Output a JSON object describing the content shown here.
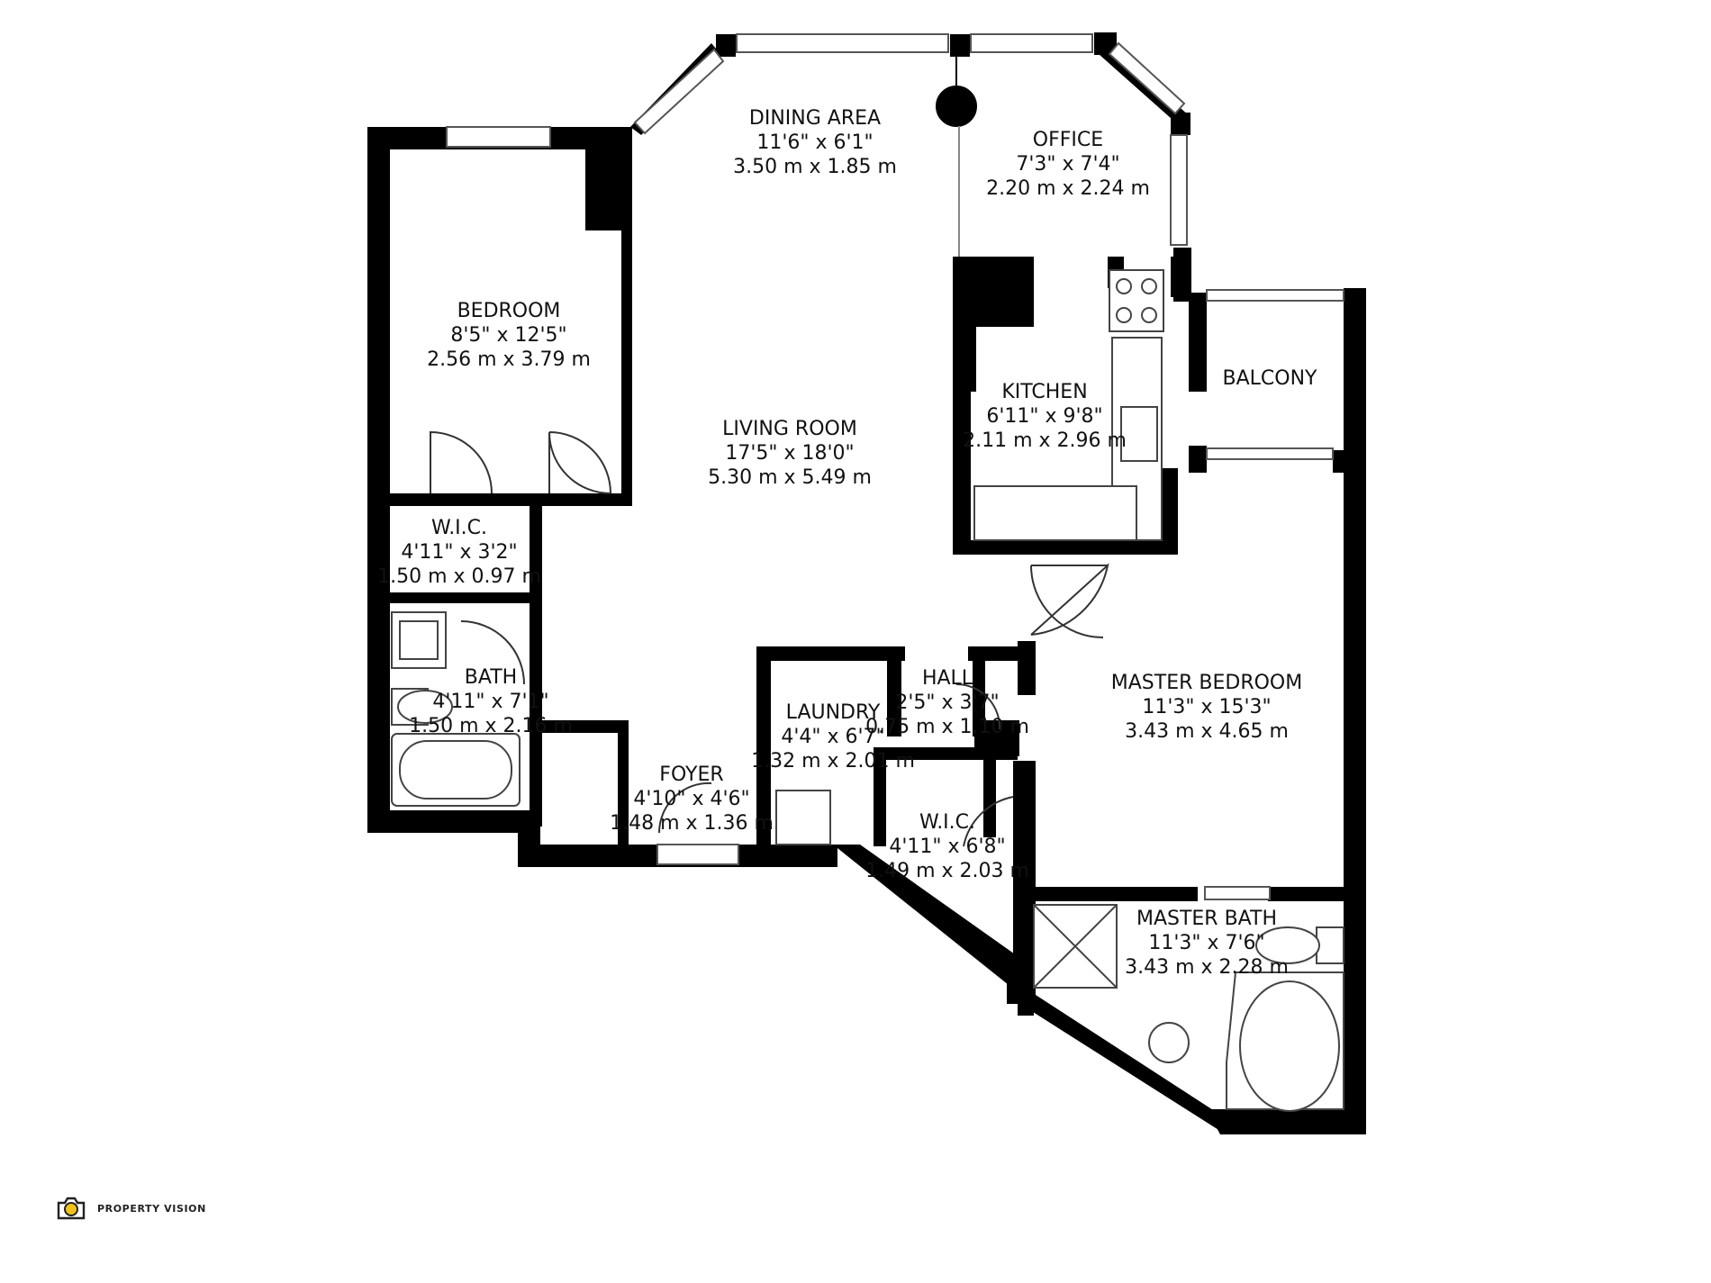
{
  "rooms": [
    {
      "id": "dining",
      "name": "DINING AREA",
      "imperial": "11'6\" x 6'1\"",
      "metric": "3.50 m x 1.85 m"
    },
    {
      "id": "office",
      "name": "OFFICE",
      "imperial": "7'3\" x 7'4\"",
      "metric": "2.20 m x 2.24 m"
    },
    {
      "id": "bedroom",
      "name": "BEDROOM",
      "imperial": "8'5\" x 12'5\"",
      "metric": "2.56 m x 3.79 m"
    },
    {
      "id": "living",
      "name": "LIVING ROOM",
      "imperial": "17'5\" x 18'0\"",
      "metric": "5.30 m x 5.49 m"
    },
    {
      "id": "kitchen",
      "name": "KITCHEN",
      "imperial": "6'11\" x 9'8\"",
      "metric": "2.11 m x 2.96 m"
    },
    {
      "id": "balcony",
      "name": "BALCONY",
      "imperial": "",
      "metric": ""
    },
    {
      "id": "wic1",
      "name": "W.I.C.",
      "imperial": "4'11\" x 3'2\"",
      "metric": "1.50 m x 0.97 m"
    },
    {
      "id": "bath",
      "name": "BATH",
      "imperial": "4'11\" x 7'1\"",
      "metric": "1.50 m x 2.16 m"
    },
    {
      "id": "laundry",
      "name": "LAUNDRY",
      "imperial": "4'4\" x 6'7\"",
      "metric": "1.32 m x 2.01 m"
    },
    {
      "id": "hall",
      "name": "HALL",
      "imperial": "2'5\" x 3'7\"",
      "metric": "0.75 m x 1.10 m"
    },
    {
      "id": "foyer",
      "name": "FOYER",
      "imperial": "4'10\" x 4'6\"",
      "metric": "1.48 m x 1.36 m"
    },
    {
      "id": "wic2",
      "name": "W.I.C.",
      "imperial": "4'11\" x 6'8\"",
      "metric": "1.49 m x 2.03 m"
    },
    {
      "id": "master",
      "name": "MASTER BEDROOM",
      "imperial": "11'3\" x 15'3\"",
      "metric": "3.43 m x 4.65 m"
    },
    {
      "id": "masterbath",
      "name": "MASTER BATH",
      "imperial": "11'3\" x 7'6\"",
      "metric": "3.43 m x 2.28 m"
    }
  ],
  "brand": {
    "text": "PROPERTY VISION",
    "icon": "camera-icon",
    "accent": "#f2c21b"
  },
  "colors": {
    "wall": "#000000",
    "window": "#bfbfbf",
    "fixture": "#777777"
  }
}
